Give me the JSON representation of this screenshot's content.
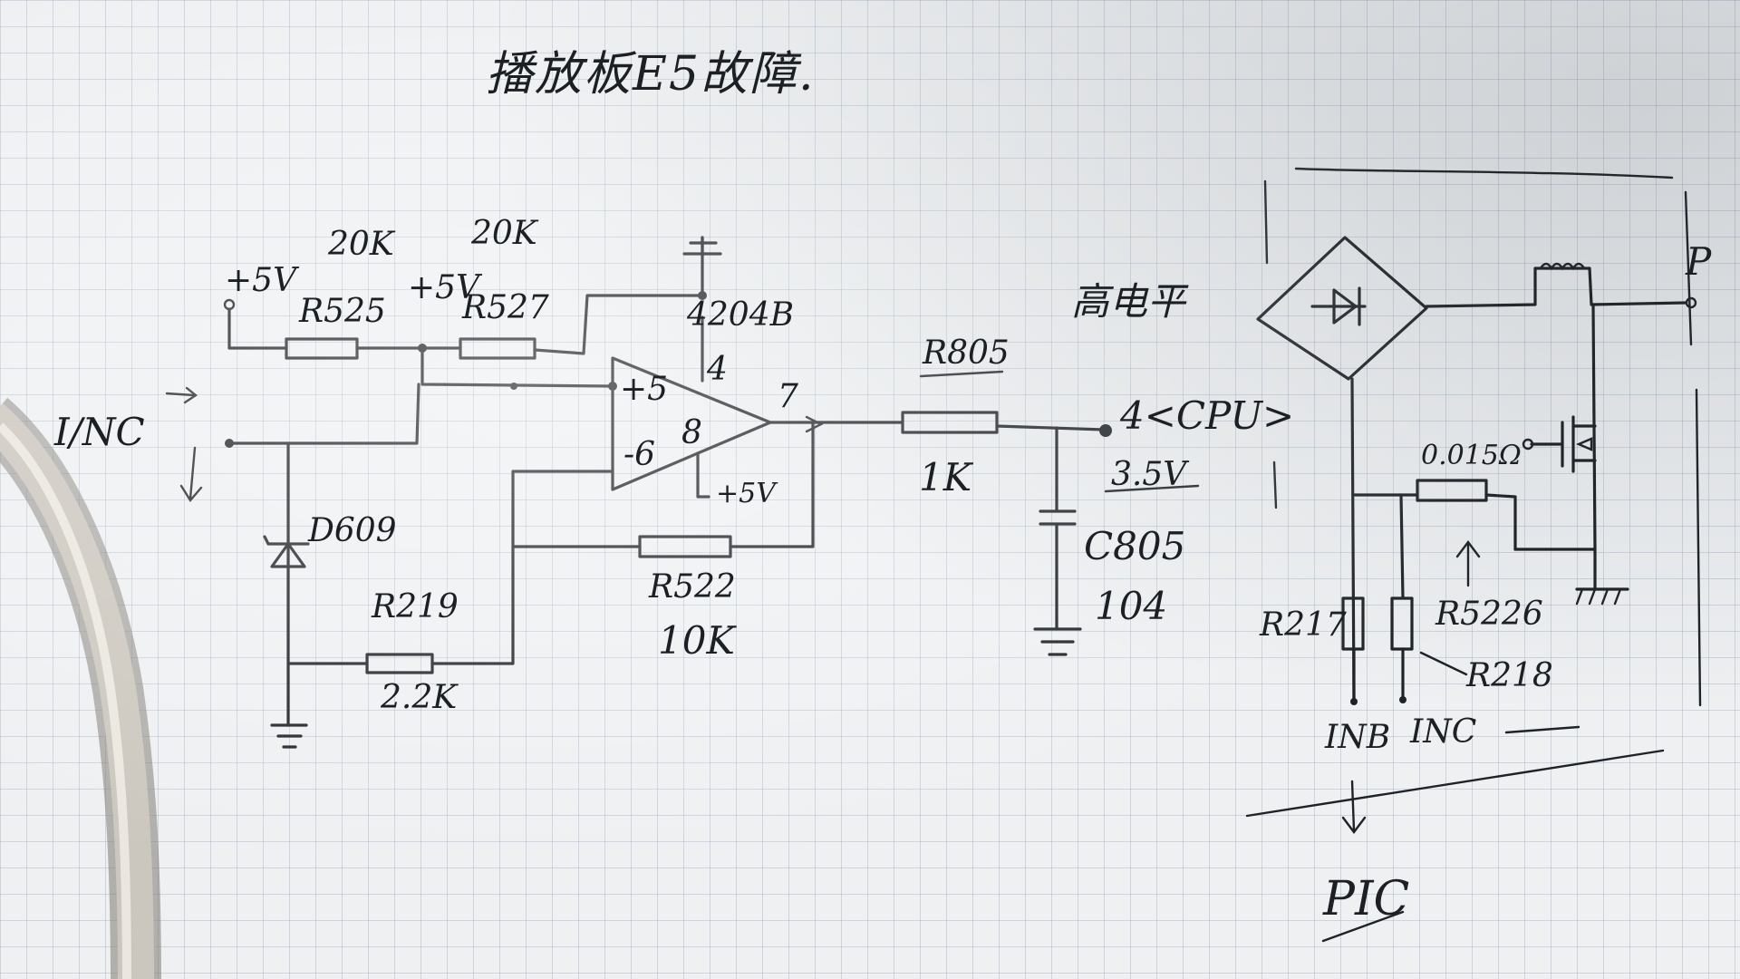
{
  "title": "播放板E5故障.",
  "labels": {
    "plus5v_left": "+5V",
    "r525_value": "20K",
    "plus5v_mid": "+5V",
    "r527_value": "20K",
    "r525": "R525",
    "r527": "R527",
    "opamp_part": "4204B",
    "pin4": "4",
    "pin5": "+5",
    "pin6": "-6",
    "pin8": "8",
    "pin7": "7",
    "pin8_supply": "+5V",
    "inc_left": "I/NC",
    "d609": "D609",
    "r219": "R219",
    "r219_value": "2.2K",
    "r522": "R522",
    "r522_value": "10K",
    "r805": "R805",
    "r805_value": "1K",
    "cpu_label": "高电平",
    "cpu_pin": "4<CPU>",
    "voltage": "3.5V",
    "c805": "C805",
    "c805_value": "104",
    "p_terminal": "P",
    "shunt": "0.015Ω",
    "r217": "R217",
    "r226": "R5226",
    "r218": "R218",
    "inb": "INB",
    "inc_right": "INC",
    "bottom_label": "PIC"
  }
}
